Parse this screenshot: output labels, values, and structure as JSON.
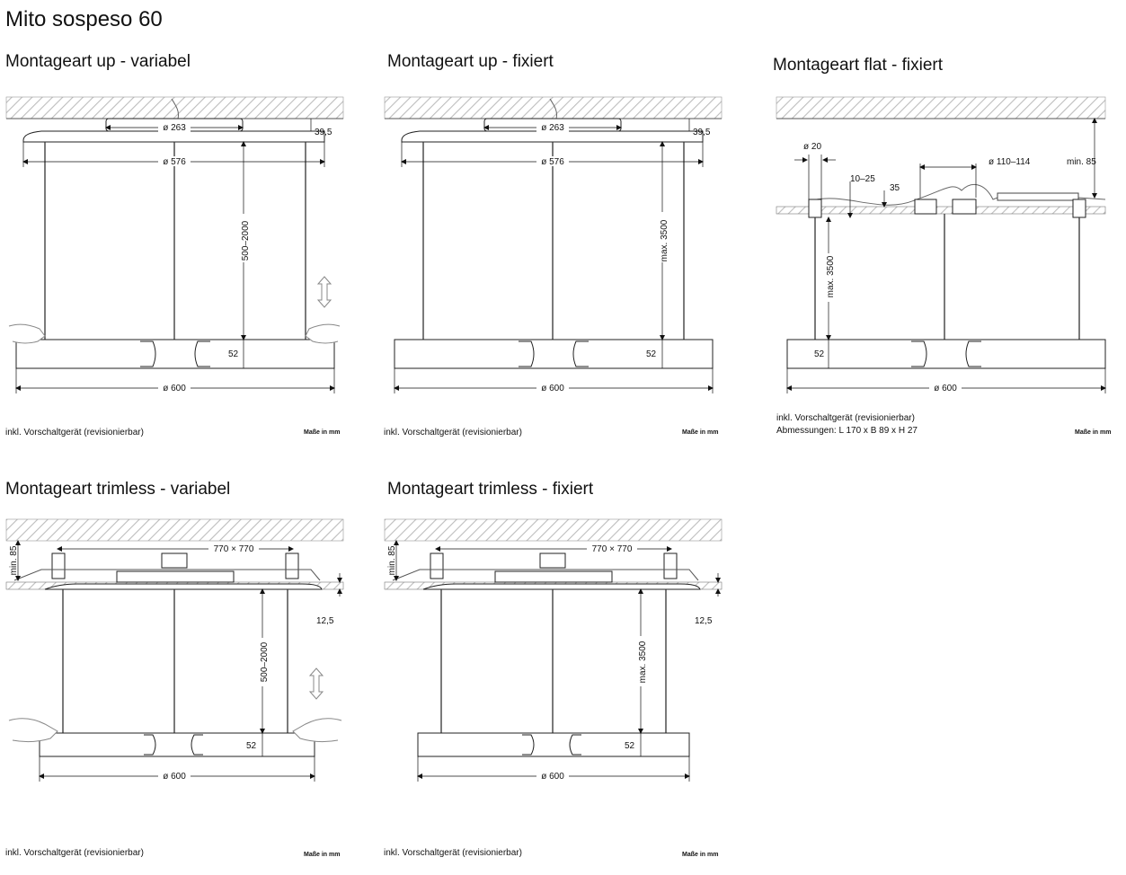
{
  "title": "Mito sospeso 60",
  "units_label": "Maße in mm",
  "panels": [
    {
      "title": "Montageart up - variabel",
      "note": "inkl. Vorschaltgerät (revisionierbar)",
      "dims": {
        "canopy": "ø 263",
        "canopy_h": "39,5",
        "top": "ø 576",
        "length": "500–2000",
        "body_h": "52",
        "bottom": "ø 600"
      }
    },
    {
      "title": "Montageart up - fixiert",
      "note": "inkl. Vorschaltgerät (revisionierbar)",
      "dims": {
        "canopy": "ø 263",
        "canopy_h": "39,5",
        "top": "ø 576",
        "length": "max. 3500",
        "body_h": "52",
        "bottom": "ø 600"
      }
    },
    {
      "title": "Montageart flat - fixiert",
      "note": "inkl. Vorschaltgerät (revisionierbar)",
      "note2": "Abmessungen: L 170 x B 89 x H 27",
      "dims": {
        "hole": "ø 20",
        "cutout": "ø 110–114",
        "min": "min. 85",
        "depth": "10–25",
        "d35": "35",
        "length": "max. 3500",
        "body_h": "52",
        "bottom": "ø 600"
      }
    },
    {
      "title": "Montageart trimless - variabel",
      "note": "inkl. Vorschaltgerät (revisionierbar)",
      "dims": {
        "frame": "770 × 770",
        "min": "min. 85",
        "trim": "12,5",
        "length": "500–2000",
        "body_h": "52",
        "bottom": "ø 600"
      }
    },
    {
      "title": "Montageart trimless - fixiert",
      "note": "inkl. Vorschaltgerät (revisionierbar)",
      "dims": {
        "frame": "770 × 770",
        "min": "min. 85",
        "trim": "12,5",
        "length": "max. 3500",
        "body_h": "52",
        "bottom": "ø 600"
      }
    }
  ]
}
